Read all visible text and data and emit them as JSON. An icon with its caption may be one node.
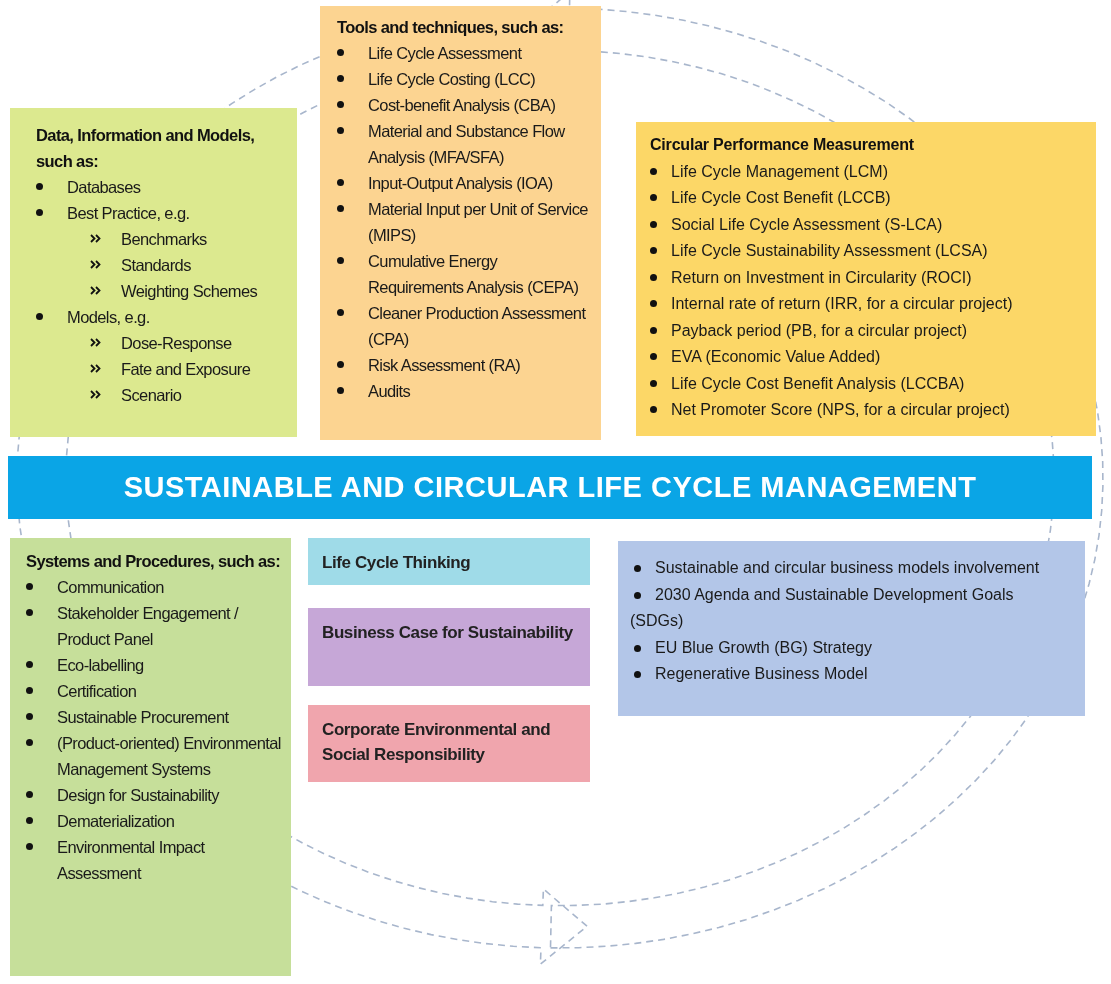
{
  "diagram": {
    "nodes": [
      {
        "text": [
          "Data, Information and Models, such as:",
          "Databases",
          "Best Practice, e.g.",
          "Benchmarks",
          "Standards",
          "Weighting Schemes",
          "Models, e.g.",
          "Dose-Response",
          "Fate and Exposure",
          "Scenario"
        ]
      },
      {
        "text": [
          "Tools and techniques, such as:",
          "Life Cycle Assessment",
          "Life Cycle Costing (LCC)",
          "Cost-benefit Analysis (CBA)",
          "Material and Substance Flow Analysis (MFA/SFA)",
          "Input-Output Analysis (IOA)",
          "Material Input per Unit of Service (MIPS)",
          "Cumulative Energy Requirements Analysis (CEPA)",
          "Cleaner Production Assessment (CPA)",
          "Risk Assessment (RA)",
          "Audits"
        ]
      },
      {
        "text": [
          "Circular Performance Measurement",
          "Life Cycle Management (LCM)",
          "Life Cycle Cost Benefit (LCCB)",
          "Social Life Cycle Assessment (S-LCA)",
          "Life Cycle Sustainability Assessment (LCSA)",
          "Return on Investment in Circularity (ROCI)",
          "Internal rate of return (IRR, for a circular project)",
          "Payback period (PB, for a circular project)",
          "EVA (Economic Value Added)",
          "Life Cycle Cost Benefit Analysis (LCCBA)",
          "Net Promoter Score (NPS, for a circular project)"
        ]
      },
      {
        "text": [
          "SUSTAINABLE AND CIRCULAR LIFE CYCLE MANAGEMENT"
        ]
      },
      {
        "text": [
          "Systems and Procedures, such as:",
          "Communication",
          "Stakeholder Engagement / Product Panel",
          "Eco-labelling",
          "Certification",
          "Sustainable Procurement",
          "(Product-oriented) Environmental Management Systems",
          "Design for Sustainability",
          "Dematerialization",
          "Environmental Impact Assessment"
        ]
      },
      {
        "text": [
          "Life Cycle Thinking"
        ]
      },
      {
        "text": [
          "Business Case for Sustainability"
        ]
      },
      {
        "text": [
          "Corporate Environmental and Social Responsibility"
        ]
      },
      {
        "text": [
          "Sustainable and circular business models involvement",
          "2030 Agenda and Sustainable Development Goals (SDGs)",
          "EU Blue Growth (BG) Strategy",
          "Regenerative Business Model"
        ]
      }
    ]
  }
}
